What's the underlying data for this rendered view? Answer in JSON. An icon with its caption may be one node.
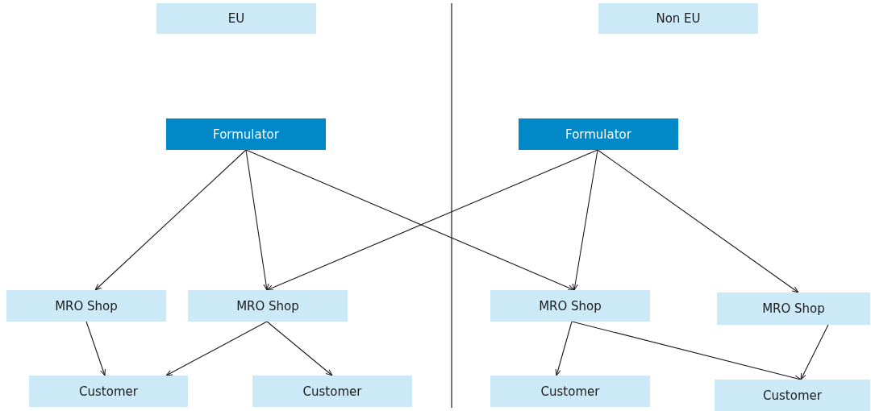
{
  "diagram": {
    "nodes": [
      {
        "text": [
          "EU"
        ]
      },
      {
        "text": [
          "Non EU"
        ]
      },
      {
        "text": [
          "Formulator"
        ]
      },
      {
        "text": [
          "Formulator"
        ]
      },
      {
        "text": [
          "MRO Shop"
        ]
      },
      {
        "text": [
          "MRO Shop"
        ]
      },
      {
        "text": [
          "MRO Shop"
        ]
      },
      {
        "text": [
          "MRO Shop"
        ]
      },
      {
        "text": [
          "Customer"
        ]
      },
      {
        "text": [
          "Customer"
        ]
      },
      {
        "text": [
          "Customer"
        ]
      },
      {
        "text": [
          "Customer"
        ]
      }
    ],
    "edges": [
      {
        "from": 2,
        "to": 4,
        "arrow": "to"
      },
      {
        "from": 2,
        "to": 5,
        "arrow": "to"
      },
      {
        "from": 2,
        "to": 6,
        "arrow": "to"
      },
      {
        "from": 3,
        "to": 5,
        "arrow": "to"
      },
      {
        "from": 3,
        "to": 6,
        "arrow": "to"
      },
      {
        "from": 3,
        "to": 7,
        "arrow": "to"
      },
      {
        "from": 4,
        "to": 8,
        "arrow": "to"
      },
      {
        "from": 5,
        "to": 8,
        "arrow": "to"
      },
      {
        "from": 5,
        "to": 9,
        "arrow": "to"
      },
      {
        "from": 6,
        "to": 10,
        "arrow": "to"
      },
      {
        "from": 6,
        "to": 11,
        "arrow": "to"
      },
      {
        "from": 7,
        "to": 11,
        "arrow": "to"
      }
    ]
  }
}
